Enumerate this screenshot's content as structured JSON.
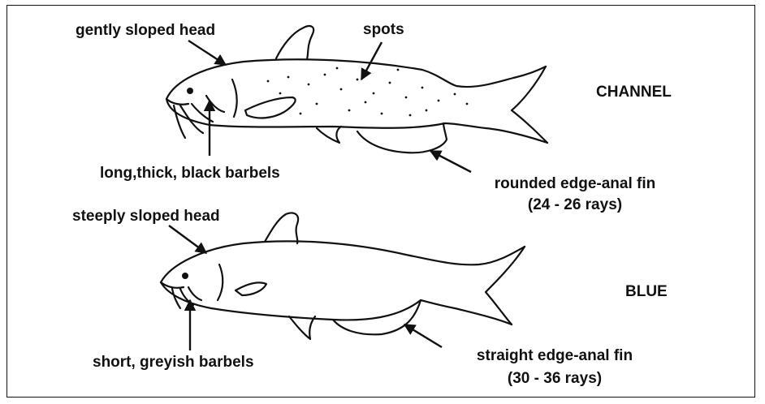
{
  "channel": {
    "species_label": "CHANNEL",
    "head_label": "gently sloped head",
    "spots_label": "spots",
    "barbels_label": "long,thick, black barbels",
    "anal_fin_line1": "rounded edge-anal fin",
    "anal_fin_line2": "(24 - 26 rays)"
  },
  "blue": {
    "species_label": "BLUE",
    "head_label": "steeply sloped head",
    "barbels_label": "short, greyish barbels",
    "anal_fin_line1": "straight edge-anal fin",
    "anal_fin_line2": "(30 - 36 rays)"
  }
}
